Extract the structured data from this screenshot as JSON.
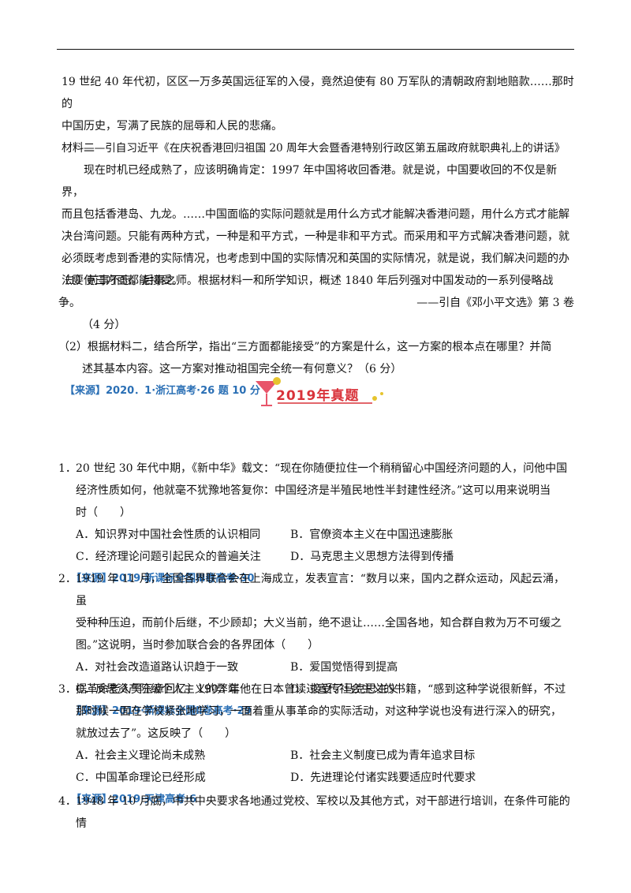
{
  "material1": {
    "line1": "19 世纪 40 年代初，区区一万多英国远征军的入侵，竟然迫使有 80 万军队的清朝政府割地赔款……那时的",
    "line2": "中国历史，写满了民族的屈辱和人民的悲痛。",
    "citation": "——引自习近平《在庆祝香港回归祖国 20 周年大会暨香港特别行政区第五届政府就职典礼上的讲话》"
  },
  "material2": {
    "heading": "材料二",
    "lines": [
      "现在时机已经成熟了，应该明确肯定：1997 年中国将收回香港。就是说，中国要收回的不仅是新界，",
      "而且包括香港岛、九龙。……中国面临的实际问题就是用什么方式才能解决香港问题，用什么方式才能解",
      "决台湾问题。只能有两种方式，一种是和平方式，一种是非和平方式。而采用和平方式解决香港问题，就",
      "必须既考虑到香港的实际情况，也考虑到中国的实际情况和英国的实际情况，就是说，我们解决问题的办",
      "法要使三方面都能接受。"
    ],
    "citation": "——引自《邓小平文选》第 3 卷"
  },
  "subquestions": [
    {
      "line1": "（1）前事不忘，后事之师。根据材料一和所学知识，概述 1840 年后列强对中国发动的一系列侵略战争。",
      "line2": "（4 分）"
    },
    {
      "line1": "（2）根据材料二，结合所学，指出“三方面都能接受”的方案是什么，这一方案的根本点在哪里？并简",
      "line2": "述其基本内容。这一方案对推动祖国完全统一有何意义？（6 分）"
    }
  ],
  "source0": "【来源】2020．1·浙江高考·26 题 10 分",
  "badge": {
    "text": "2019年真题",
    "accent": "#d9333a",
    "glass_color": "#e8556a",
    "dot_color": "#e6c42e"
  },
  "questions": [
    {
      "num": "1．",
      "lines": [
        "20 世纪 30 年代中期，《新中华》载文：“现在你随便拉住一个稍稍留心中国经济问题的人，问他中国",
        "经济性质如何，他就毫不犹豫地答复你：中国经济是半殖民地性半封建性经济。”这可以用来说明当",
        "时（　　）"
      ],
      "options": [
        "A．知识界对中国社会性质的认识相同",
        "B．官僚资本主义在中国迅速膨胀",
        "C．经济理论问题引起民众的普遍关注",
        "D．马克思主义思想方法得到传播"
      ],
      "source": "【来源】2019·新课标全国Ⅲ卷高考·30"
    },
    {
      "num": "2．",
      "lines": [
        "1919 年 11 月，全国各界联合会在上海成立，发表宣言：“数月以来，国内之群众运动，风起云涌，虽",
        "受种种压迫，而前仆后继，不少顾却；大义当前，绝不退让……全国各地，知合群自救为万不可缓之",
        "图。”这说明，当时参加联合会的各界团体（　　）"
      ],
      "options": [
        "A．对社会改造道路认识趋于一致",
        "B．爱国觉悟得到提高",
        "C．反思资产阶级个人主义的弊端",
        "D．接受了马克思主义"
      ],
      "source": "【来源】2019·新课标全国Ⅱ卷高考·29"
    },
    {
      "num": "3．",
      "lines": [
        "据革命老人吴玉章回忆，1903 年他在日本曾读过宣传社会主义的书籍，“感到这种学说很新鲜，不过",
        "那时候一面在学校紧张地学习，一面着重从事革命的实际活动，对这种学说也没有进行深入的研究，",
        "就放过去了”。这反映了（　　）"
      ],
      "options": [
        "A．社会主义理论尚未成熟",
        "B．社会主义制度已成为青年追求目标",
        "C．中国革命理论已经形成",
        "D．先进理论付诸实践要适应时代要求"
      ],
      "source": "【来源】2019·天津高考·6"
    },
    {
      "num": "4．",
      "lines": [
        "1948 年 10 月底，中共中央要求各地通过党校、军校以及其他方式，对干部进行培训，在条件可能的情"
      ]
    }
  ]
}
